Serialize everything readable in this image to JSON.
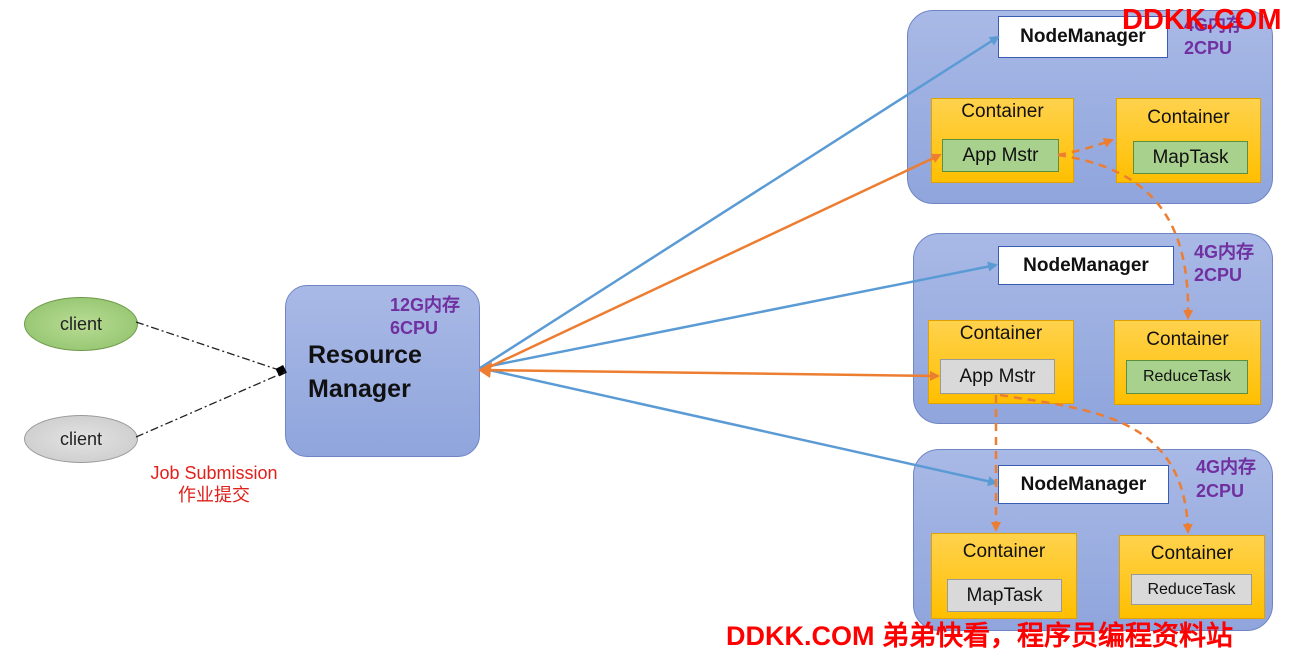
{
  "clients": [
    {
      "label": "client"
    },
    {
      "label": "client"
    }
  ],
  "job_submission": {
    "line1": "Job Submission",
    "line2": "作业提交"
  },
  "resource_manager": {
    "line1": "Resource",
    "line2": "Manager",
    "spec1": "12G内存",
    "spec2": "6CPU"
  },
  "nodes": [
    {
      "nm": "NodeManager",
      "spec1": "4G内存",
      "spec2": "2CPU",
      "left": {
        "label": "Container",
        "task": "App Mstr"
      },
      "right": {
        "label": "Container",
        "task": "MapTask"
      }
    },
    {
      "nm": "NodeManager",
      "spec1": "4G内存",
      "spec2": "2CPU",
      "left": {
        "label": "Container",
        "task": "App Mstr"
      },
      "right": {
        "label": "Container",
        "task": "ReduceTask"
      }
    },
    {
      "nm": "NodeManager",
      "spec1": "4G内存",
      "spec2": "2CPU",
      "left": {
        "label": "Container",
        "task": "MapTask"
      },
      "right": {
        "label": "Container",
        "task": "ReduceTask"
      }
    }
  ],
  "watermark_top": "DDKK.COM",
  "watermark_bottom": "DDKK.COM 弟弟快看，程序员编程资料站",
  "colors": {
    "blue_arrow": "#5b9bd5",
    "orange_arrow": "#ed7d31",
    "panel": "#8fa5dc",
    "container": "#ffc000",
    "watermark": "#ff0000",
    "spec": "#7030a0"
  }
}
